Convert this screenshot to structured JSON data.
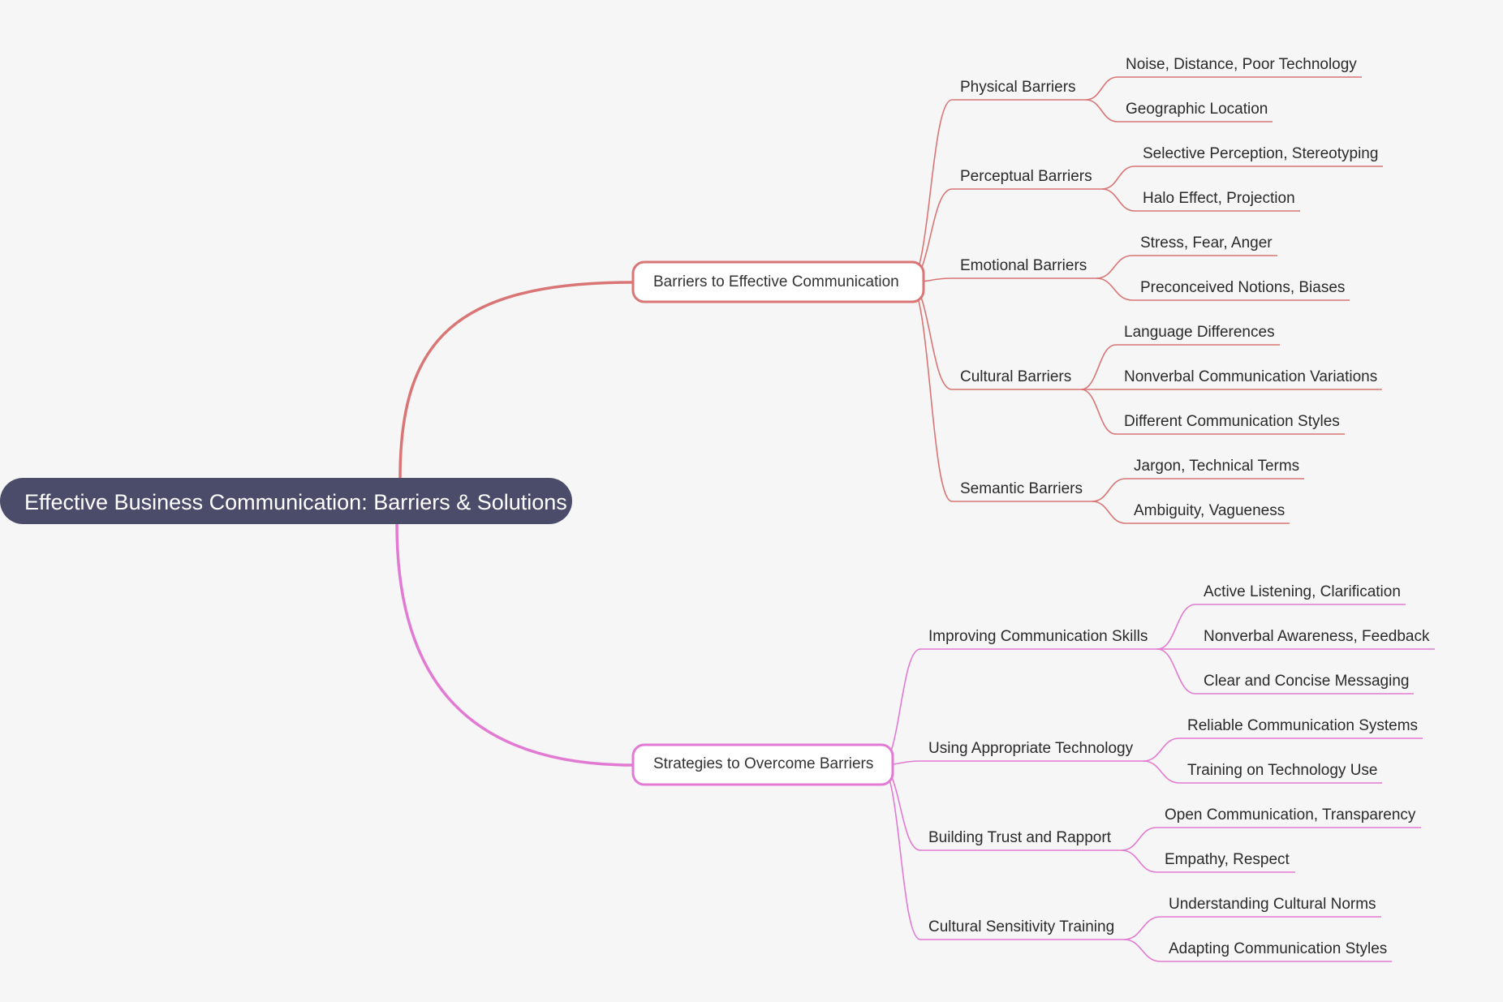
{
  "root": {
    "label": "Effective Business Communication: Barriers & Solutions"
  },
  "colors": {
    "background": "#f6f6f6",
    "root_fill": "#4b4c6a",
    "barriers": "#d97575",
    "strategies": "#e27ad3"
  },
  "branches": [
    {
      "label": "Barriers to Effective Communication",
      "color": "#d97575",
      "children": [
        {
          "label": "Physical Barriers",
          "children": [
            "Noise, Distance, Poor Technology",
            "Geographic Location"
          ]
        },
        {
          "label": "Perceptual Barriers",
          "children": [
            "Selective Perception, Stereotyping",
            "Halo Effect, Projection"
          ]
        },
        {
          "label": "Emotional Barriers",
          "children": [
            "Stress, Fear, Anger",
            "Preconceived Notions, Biases"
          ]
        },
        {
          "label": "Cultural Barriers",
          "children": [
            "Language Differences",
            "Nonverbal Communication Variations",
            "Different Communication Styles"
          ]
        },
        {
          "label": "Semantic Barriers",
          "children": [
            "Jargon, Technical Terms",
            "Ambiguity, Vagueness"
          ]
        }
      ]
    },
    {
      "label": "Strategies to Overcome Barriers",
      "color": "#e27ad3",
      "children": [
        {
          "label": "Improving Communication Skills",
          "children": [
            "Active Listening, Clarification",
            "Nonverbal Awareness, Feedback",
            "Clear and Concise Messaging"
          ]
        },
        {
          "label": "Using Appropriate Technology",
          "children": [
            "Reliable Communication Systems",
            "Training on Technology Use"
          ]
        },
        {
          "label": "Building Trust and Rapport",
          "children": [
            "Open Communication, Transparency",
            "Empathy, Respect"
          ]
        },
        {
          "label": "Cultural Sensitivity Training",
          "children": [
            "Understanding Cultural Norms",
            "Adapting Communication Styles"
          ]
        }
      ]
    }
  ]
}
